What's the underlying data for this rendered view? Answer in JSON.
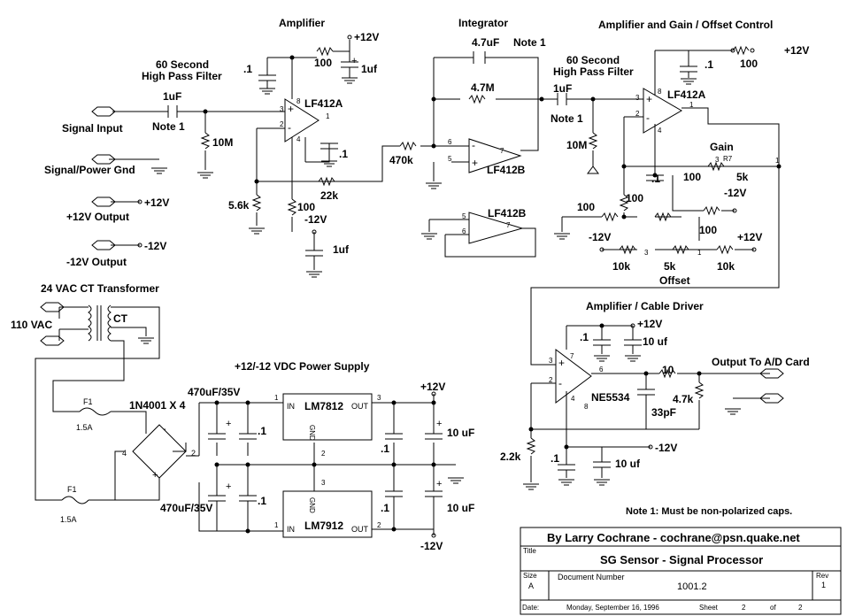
{
  "colors": {
    "ink": "#000000",
    "paper": "#ffffff"
  },
  "sections": {
    "amplifier": "Amplifier",
    "integrator": "Integrator",
    "amp_gain_offset": "Amplifier and Gain / Offset Control",
    "hpf1_a": "60 Second",
    "hpf1_b": "High Pass Filter",
    "hpf2_a": "60 Second",
    "hpf2_b": "High Pass Filter",
    "cable_driver": "Amplifier / Cable Driver",
    "power_supply": "+12/-12 VDC Power Supply",
    "transformer": "24 VAC CT Transformer"
  },
  "io": {
    "signal_input": "Signal Input",
    "signal_gnd": "Signal/Power Gnd",
    "p12_output": "+12V Output",
    "m12_output": "-12V Output",
    "output_ad": "Output To A/D Card",
    "vac110": "110 VAC",
    "ct": "CT"
  },
  "parts": {
    "c_1uf_in": "1uF",
    "note1_a": "Note 1",
    "r_10m_a": "10M",
    "c_p1_a": ".1",
    "r_100_a": "100",
    "c_1uf_a": "1uf",
    "lf412a_1": "LF412A",
    "r_22k": "22k",
    "r_56k": "5.6k",
    "r_100_b": "100",
    "c_1uf_b": "1uf",
    "c_p1_b": ".1",
    "r_470k": "470k",
    "c_47uf": "4.7uF",
    "note1_b": "Note 1",
    "r_47m": "4.7M",
    "lf412b_1": "LF412B",
    "lf412b_2": "LF412B",
    "c_1uf_c": "1uF",
    "note1_c": "Note 1",
    "r_10m_b": "10M",
    "c_p1_c": ".1",
    "r_100_c": "100",
    "lf412a_2": "LF412A",
    "gain": "Gain",
    "r7": "R7",
    "r_5k_a": "5k",
    "r_100_d": "100",
    "c_p1_d": ".1",
    "r_100_e": "100",
    "r_100_f": "100",
    "r_100_g": "100",
    "r_10k_a": "10k",
    "r_5k_b": "5k",
    "r_10k_b": "10k",
    "offset": "Offset",
    "c_p1_e": ".1",
    "c_10uf_a": "10 uf",
    "r_10": "10",
    "r_47k": "4.7k",
    "ne5534": "NE5534",
    "c_33pf": "33pF",
    "r_22k_b": "2.2k",
    "c_p1_f": ".1",
    "c_10uf_b": "10 uf",
    "f1_a": "F1",
    "f1_a_val": "1.5A",
    "f1_b": "F1",
    "f1_b_val": "1.5A",
    "diodes": "1N4001 X 4",
    "c_470_a": "470uF/35V",
    "c_470_b": "470uF/35V",
    "c_p1_g": ".1",
    "c_p1_h": ".1",
    "c_p1_i": ".1",
    "c_p1_j": ".1",
    "c_10uf_c": "10 uF",
    "c_10uf_d": "10 uF",
    "lm7812": "LM7812",
    "lm7912": "LM7912",
    "gnd": "GND",
    "in": "IN",
    "out": "OUT"
  },
  "rails": {
    "p12": "+12V",
    "m12": "-12V"
  },
  "pins": {
    "p1": "1",
    "p2": "2",
    "p3": "3",
    "p4": "4",
    "p5": "5",
    "p6": "6",
    "p7": "7",
    "p8": "8",
    "p_plus": "+",
    "p_minus": "-"
  },
  "note": "Note 1: Must be non-polarized caps.",
  "title_block": {
    "author": "By Larry Cochrane - cochrane@psn.quake.net",
    "title_label": "Title",
    "title": "SG Sensor - Signal Processor",
    "size_label": "Size",
    "size": "A",
    "docnum_label": "Document Number",
    "docnum": "1001.2",
    "rev_label": "Rev",
    "rev": "1",
    "date_label": "Date:",
    "date": "Monday, September 16, 1996",
    "sheet_label": "Sheet",
    "sheet": "2",
    "of_label": "of",
    "of": "2"
  }
}
